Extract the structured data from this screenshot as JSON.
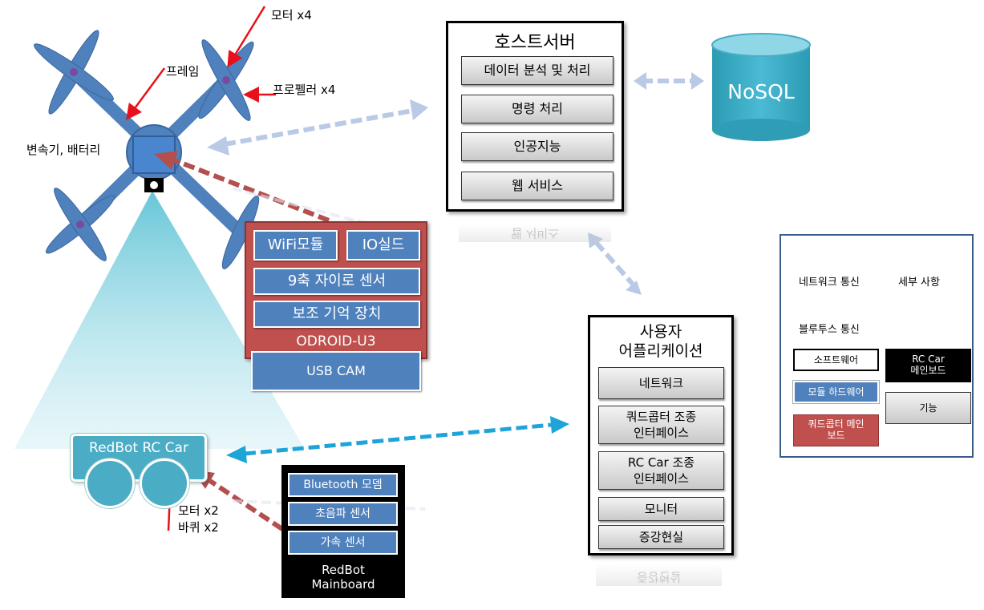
{
  "drone_labels": {
    "motor": "모터 x4",
    "frame": "프레임",
    "propeller": "프로펠러 x4",
    "converter_battery": "변속기, 배터리"
  },
  "host_server": {
    "title": "호스트서버",
    "items": [
      "데이터 분석 및 처리",
      "명령 처리",
      "인공지능",
      "웹 서비스"
    ]
  },
  "database": {
    "label": "NoSQL"
  },
  "odroid": {
    "wifi": "WiFi모듈",
    "io": "IO실드",
    "gyro": "9축 자이로 센서",
    "storage": "보조 기억 장치",
    "label": "ODROID-U3",
    "usbcam": "USB CAM"
  },
  "user_app": {
    "title_line1": "사용자",
    "title_line2": "어플리케이션",
    "items": [
      {
        "line1": "네트워크",
        "line2": ""
      },
      {
        "line1": "쿼드콥터 조종",
        "line2": "인터페이스"
      },
      {
        "line1": "RC Car 조종",
        "line2": "인터페이스"
      },
      {
        "line1": "모니터",
        "line2": ""
      },
      {
        "line1": "증강현실",
        "line2": ""
      }
    ]
  },
  "rc_car": {
    "label": "RedBot RC Car",
    "motor": "모터 x2",
    "wheel": "바퀴 x2"
  },
  "redbot_board": {
    "items": [
      "Bluetooth 모뎀",
      "초음파 센서",
      "가속 센서"
    ],
    "label_line1": "RedBot",
    "label_line2": "Mainboard"
  },
  "legend": {
    "network": "네트워크 통신",
    "detail": "세부 사항",
    "bluetooth": "블루투스 통신",
    "software": "소프트웨어",
    "rc_mainboard_line1": "RC Car",
    "rc_mainboard_line2": "메인보드",
    "module_hw": "모듈 하드웨어",
    "function": "기능",
    "quad_mainboard_line1": "쿼드콥터 메인",
    "quad_mainboard_line2": "보드"
  },
  "colors": {
    "module_blue": "#4f81bd",
    "board_red": "#c0504d",
    "cyan": "#4bacc6",
    "network_arrow": "#b9c9e6",
    "detail_arrow": "#b3504e",
    "bluetooth_arrow": "#1fa4d8",
    "annotation_arrow": "#e8101a"
  }
}
